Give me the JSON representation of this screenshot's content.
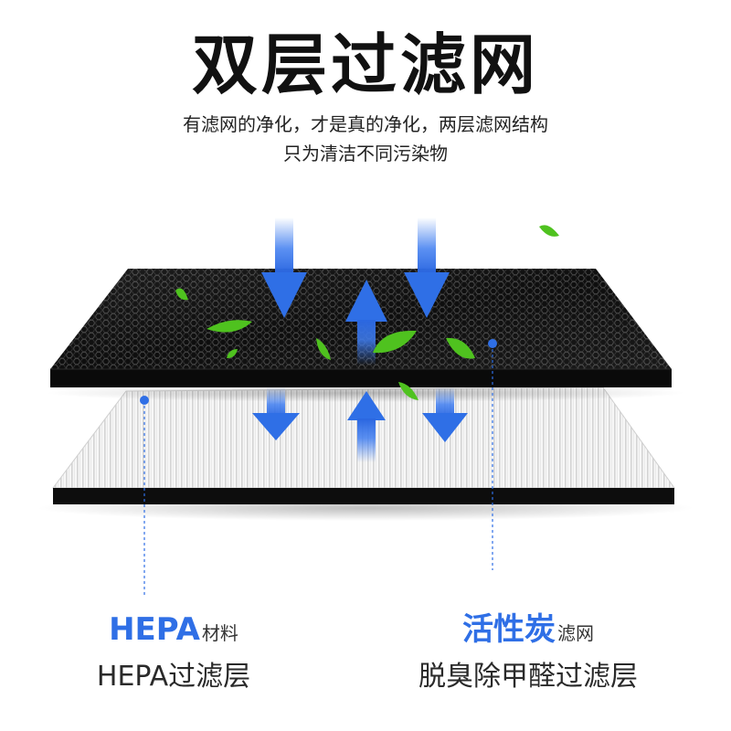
{
  "header": {
    "title": "双层过滤网",
    "subtitle_line1": "有滤网的净化，才是真的净化，两层滤网结构",
    "subtitle_line2": "只为清洁不同污染物"
  },
  "labels": {
    "hepa": {
      "accent": "HEPA",
      "suffix": "材料",
      "description": "HEPA过滤层"
    },
    "carbon": {
      "accent": "活性炭",
      "suffix": "滤网",
      "description": "脱臭除甲醛过滤层"
    }
  },
  "colors": {
    "accent_blue": "#2f6fe6",
    "arrow_blue": "#3f7df0",
    "leaf_green": "#4fc21f",
    "carbon_black": "#0d0d0d",
    "hepa_white": "#f4f4f4"
  }
}
